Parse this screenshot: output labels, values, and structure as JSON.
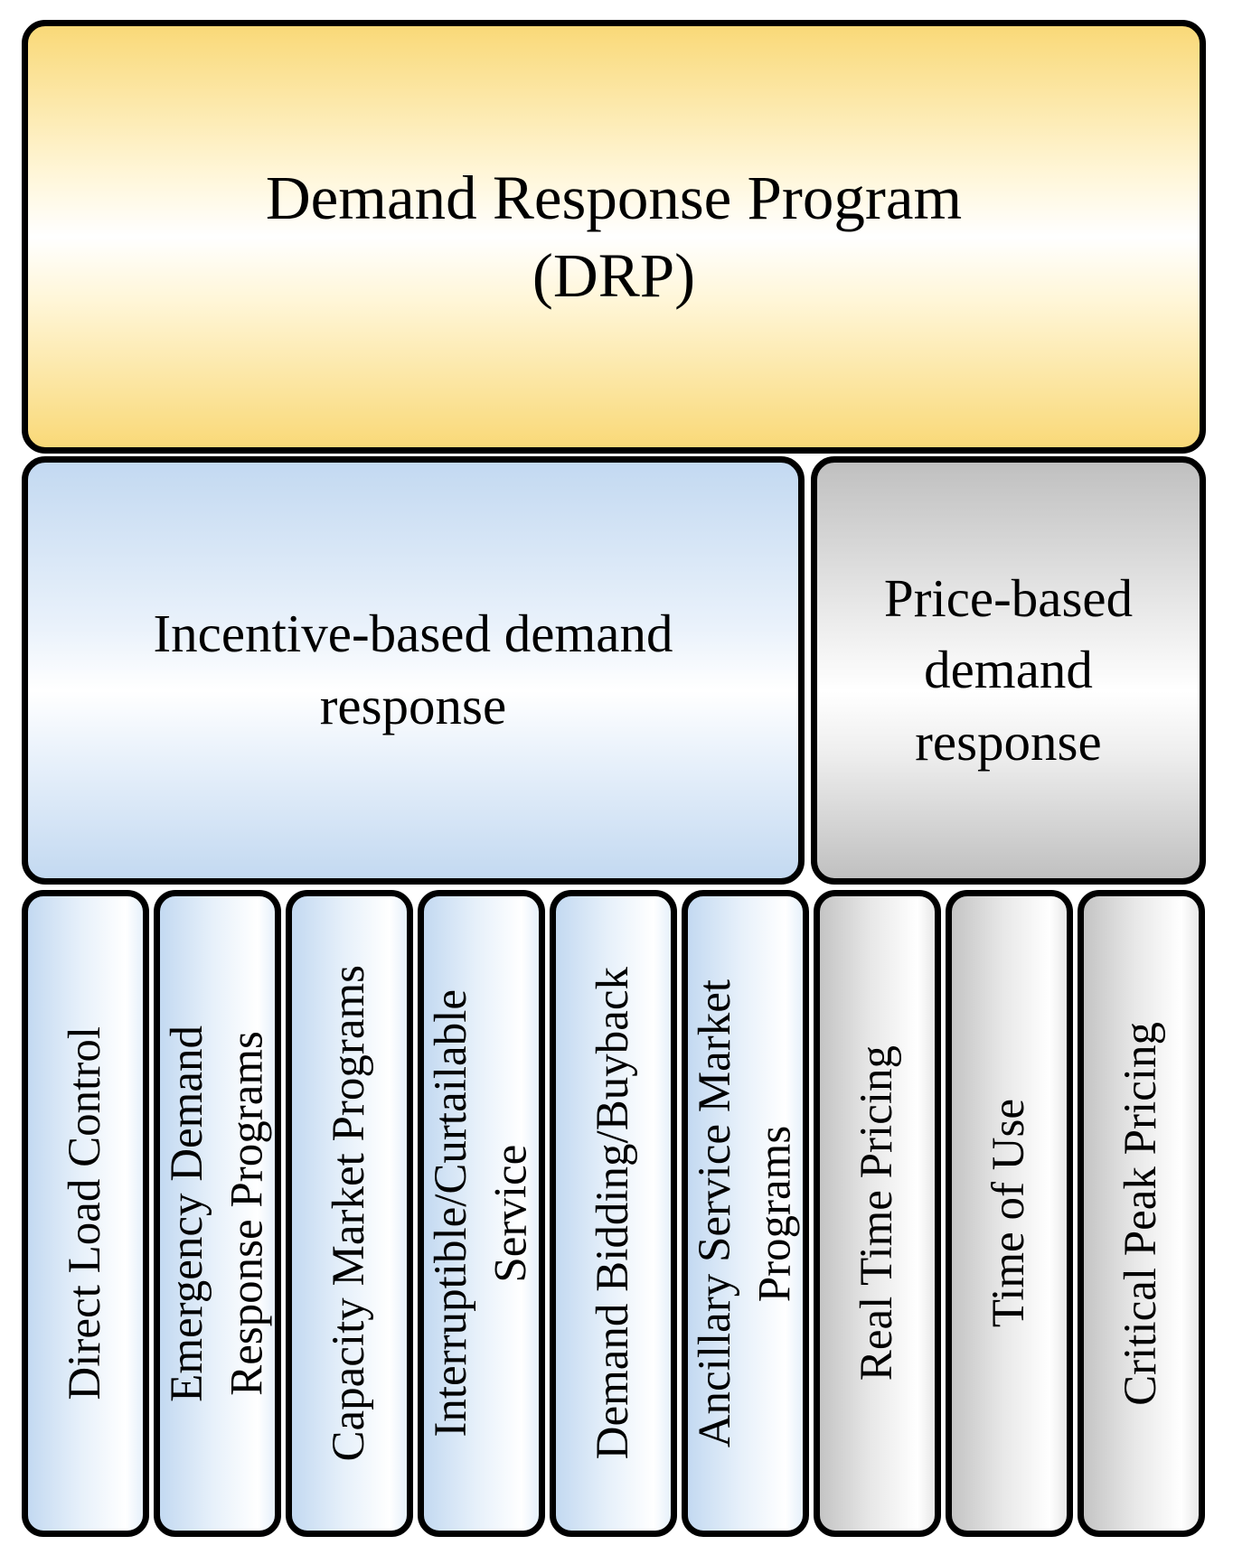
{
  "root": {
    "label": "Demand Response Program\n(DRP)",
    "color": "#f9d978"
  },
  "incentive": {
    "label": "Incentive-based demand\nresponse",
    "color": "#c3d9f1",
    "items": [
      "Direct Load Control",
      "Emergency Demand\nResponse Programs",
      "Capacity Market Programs",
      "Interruptible/Curtailable\nService",
      "Demand Bidding/Buyback",
      "Ancillary Service Market\nPrograms"
    ]
  },
  "price": {
    "label": "Price-based\ndemand\nresponse",
    "color": "#c0c0c0",
    "items": [
      "Real Time Pricing",
      "Time of Use",
      "Critical Peak Pricing"
    ]
  }
}
